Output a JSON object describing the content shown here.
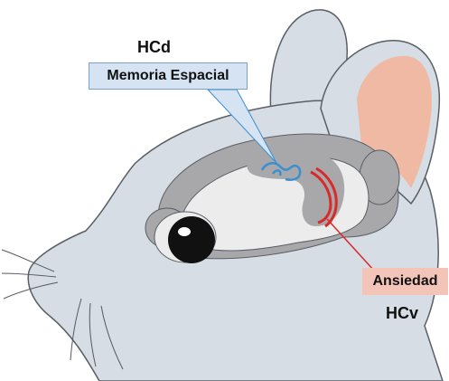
{
  "labels": {
    "dorsal_title": "HCd",
    "dorsal_function": "Memoria Espacial",
    "ventral_function": "Ansiedad",
    "ventral_title": "HCv"
  },
  "colors": {
    "skin": "#d6dde5",
    "skin_outline": "#5a5f66",
    "inner_ear": "#f0b9a3",
    "brain_gray": "#a8a8aa",
    "brain_light": "#ececec",
    "dorsal_hippocampus": "#3a8fd0",
    "ventral_hippocampus": "#d92a2a",
    "dorsal_box_fill": "#d5e3f2",
    "ventral_box_fill": "#f2c5b8",
    "eye": "#111111"
  }
}
